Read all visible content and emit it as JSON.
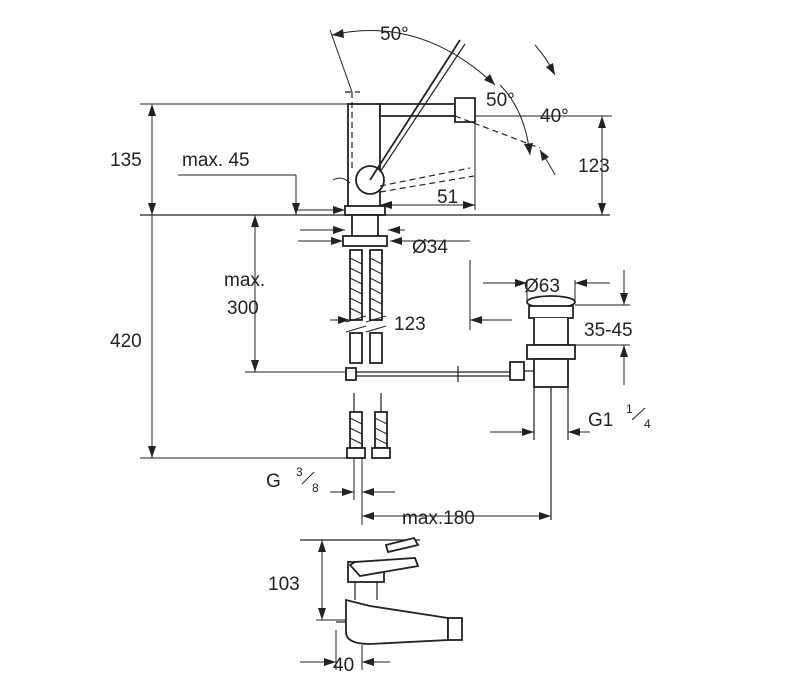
{
  "dimensions": {
    "swivel_angle": "50°",
    "handle_angle": "50°",
    "spout_angle": "40°",
    "spout_height": "123",
    "total_height": "135",
    "max_45": "max. 45",
    "spout_reach": "51",
    "hole_diameter": "Ø34",
    "max_300_line1": "max.",
    "max_300_line2": "300",
    "hose_dim": "123",
    "height_420": "420",
    "waste_diameter": "Ø63",
    "deck_range": "35-45",
    "g1_main": "G1",
    "g1_sup": "1",
    "g1_sub": "4",
    "g38_main": "G",
    "g38_sup": "3",
    "g38_sub": "8",
    "max_180": "max.180",
    "side_height": "103",
    "side_width": "40"
  }
}
